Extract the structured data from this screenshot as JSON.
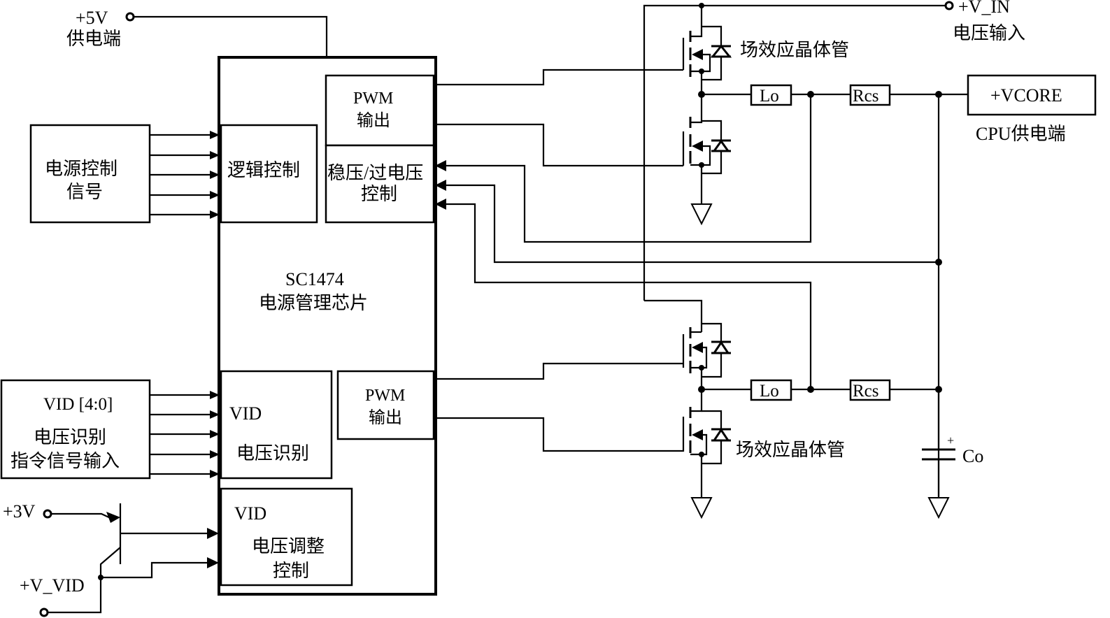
{
  "title": "SC1474 CPU power supply circuit diagram",
  "supply_5v": {
    "voltage": "+5V",
    "label": "供电端"
  },
  "vin": {
    "voltage": "+V_IN",
    "label": "电压输入"
  },
  "power_control": {
    "line1": "电源控制",
    "line2": "信号"
  },
  "vid_input": {
    "line1": "VID [4:0]",
    "line2": "电压识别",
    "line3": "指令信号输入"
  },
  "supply_3v": {
    "voltage": "+3V"
  },
  "v_vid": {
    "voltage": "+V_VID"
  },
  "chip": {
    "name": "SC1474",
    "desc": "电源管理芯片",
    "logic": "逻辑控制",
    "pwm_top": {
      "line1": "PWM",
      "line2": "输出"
    },
    "regulation": {
      "line1": "稳压/过电压",
      "line2": "控制"
    },
    "vid_recog": {
      "line1": "VID",
      "line2": "电压识别"
    },
    "pwm_bottom": {
      "line1": "PWM",
      "line2": "输出"
    },
    "vid_adjust": {
      "line1": "VID",
      "line2": "电压调整",
      "line3": "控制"
    }
  },
  "mosfet_label_top": "场效应晶体管",
  "mosfet_label_bottom": "场效应晶体管",
  "inductor_top": "Lo",
  "inductor_bottom": "Lo",
  "resistor_top": "Rcs",
  "resistor_bottom": "Rcs",
  "vcore": {
    "label": "+VCORE",
    "caption": "CPU供电端"
  },
  "capacitor": {
    "label": "Co",
    "polarity": "+"
  }
}
